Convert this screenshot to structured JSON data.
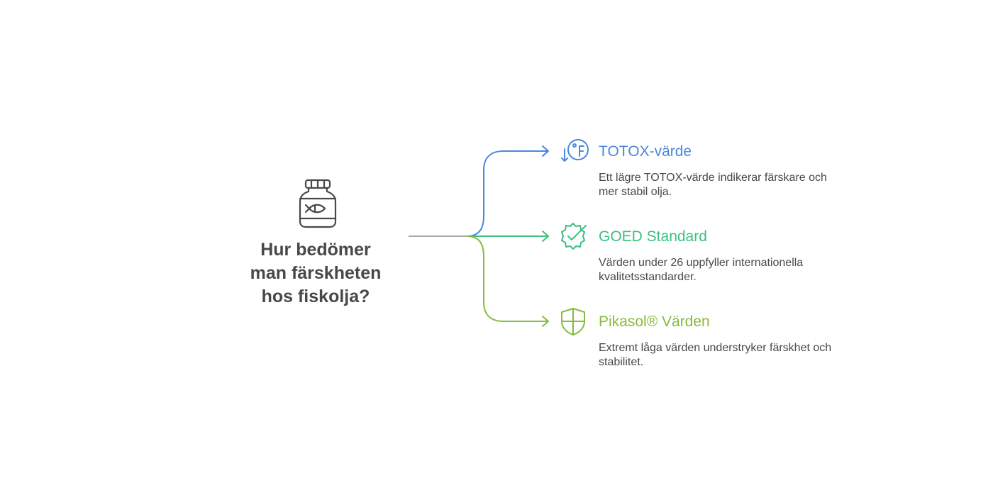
{
  "question": {
    "line1": "Hur bedömer",
    "line2": "man färskheten",
    "line3": "hos fiskolja?"
  },
  "colors": {
    "text": "#484848",
    "stem": "#a8a8a8",
    "totox": "#4a86e0",
    "goed": "#3dbf7e",
    "pikasol": "#86bb3c"
  },
  "branches": [
    {
      "title": "TOTOX-värde",
      "description": "Ett lägre TOTOX-värde indikerar färskare och mer stabil olja.",
      "icon": "totox-down-icon"
    },
    {
      "title": "GOED Standard",
      "description": "Värden under 26 uppfyller internationella kvalitetsstandarder.",
      "icon": "badge-check-icon"
    },
    {
      "title": "Pikasol® Värden",
      "description": "Extremt låga värden understryker färskhet och stabilitet.",
      "icon": "shield-icon"
    }
  ]
}
